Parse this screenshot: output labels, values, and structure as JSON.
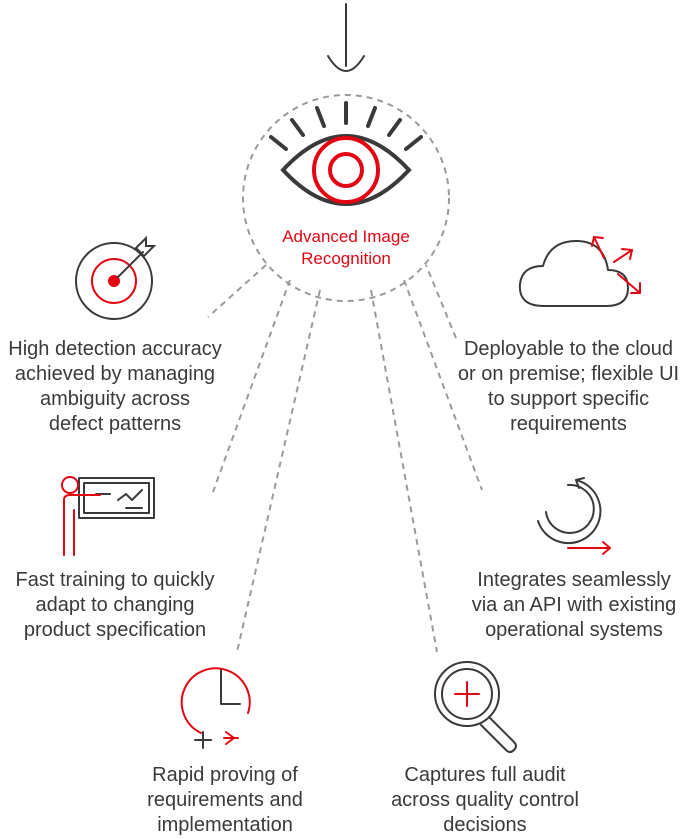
{
  "hub": {
    "title_lines": [
      "Advanced Image",
      "Recognition"
    ],
    "icon": "eye-icon"
  },
  "features": {
    "accuracy": {
      "icon": "target-icon",
      "lines": [
        "High detection accuracy",
        "achieved by managing",
        "ambiguity across",
        "defect patterns"
      ]
    },
    "deploy": {
      "icon": "cloud-icon",
      "lines": [
        "Deployable to the cloud",
        "or on premise; flexible UI",
        "to support specific",
        "requirements"
      ]
    },
    "training": {
      "icon": "presentation-icon",
      "lines": [
        "Fast training to quickly",
        "adapt to changing",
        "product specification"
      ]
    },
    "integrates": {
      "icon": "sync-cycle-icon",
      "lines": [
        "Integrates seamlessly",
        "via an API with existing",
        "operational systems"
      ]
    },
    "proving": {
      "icon": "clock-icon",
      "lines": [
        "Rapid proving of",
        "requirements and",
        "implementation"
      ]
    },
    "audit": {
      "icon": "magnifier-icon",
      "lines": [
        "Captures full audit",
        "across quality control",
        "decisions"
      ]
    }
  },
  "colors": {
    "accent": "#e30613",
    "stroke": "#3a3a3a",
    "dash": "#9a9a9a"
  }
}
